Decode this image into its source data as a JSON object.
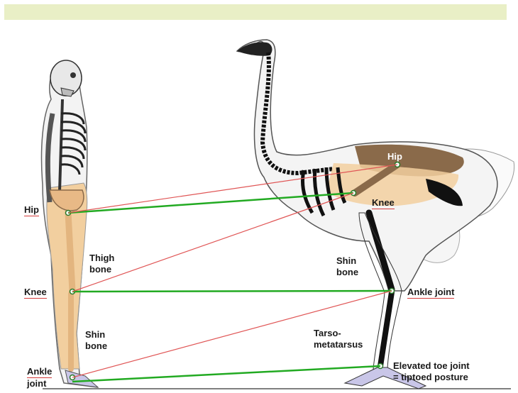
{
  "labels": {
    "human_hip": "Hip",
    "human_knee": "Knee",
    "human_ankle_1": "Ankle",
    "human_ankle_2": "joint",
    "thigh_1": "Thigh",
    "thigh_2": "bone",
    "human_shin_1": "Shin",
    "human_shin_2": "bone",
    "bird_hip": "Hip",
    "bird_knee": "Knee",
    "bird_shin_1": "Shin",
    "bird_shin_2": "bone",
    "bird_ankle": "Ankle joint",
    "tarso_1": "Tarso-",
    "tarso_2": "metatarsus",
    "toe_1": "Elevated toe joint",
    "toe_2": "= tiptoed posture"
  },
  "colors": {
    "band": "#e9efc6",
    "bone_fill": "#f2cf9f",
    "bird_bone": "#8a6a4a",
    "green_line": "#22aa22",
    "red_line": "#e05555",
    "label_underline": "#d43a3a"
  }
}
